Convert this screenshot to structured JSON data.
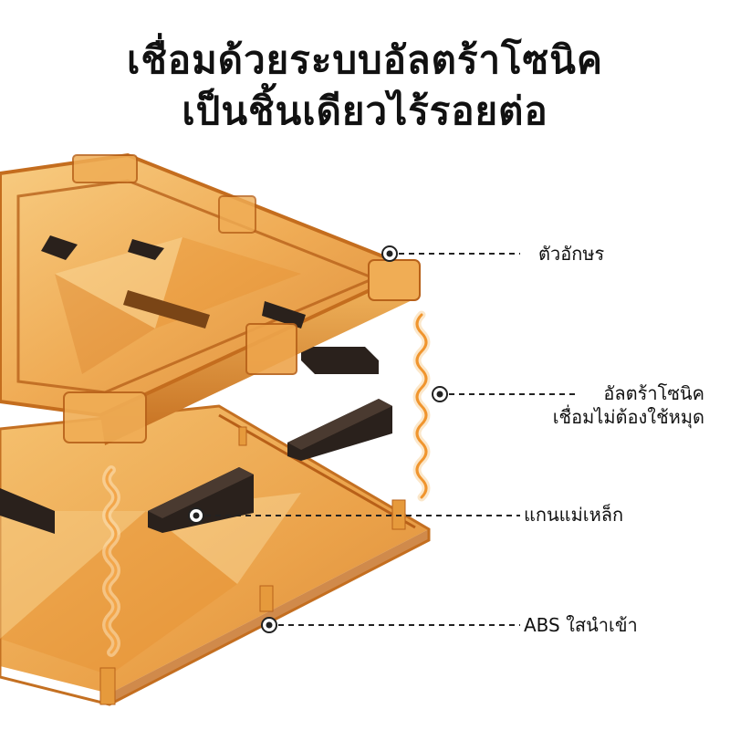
{
  "headline": {
    "line1": "เชื่อมด้วยระบบอัลตร้าโซนิค",
    "line2": "เป็นชิ้นเดียวไร้รอยต่อ"
  },
  "callouts": {
    "letters": "ตัวอักษร",
    "ultrasonic_line1": "อัลตร้าโซนิค",
    "ultrasonic_line2": "เชื่อมไม่ต้องใช้หมุด",
    "magnet_core": "แกนแม่เหล็ก",
    "abs": "ABS ใสนำเข้า"
  },
  "colors": {
    "amber_light": "#f6c36a",
    "amber_mid": "#e8952a",
    "amber_dark": "#b8621a",
    "magnet": "#2a211c",
    "wave_glow": "#f5a84a"
  }
}
